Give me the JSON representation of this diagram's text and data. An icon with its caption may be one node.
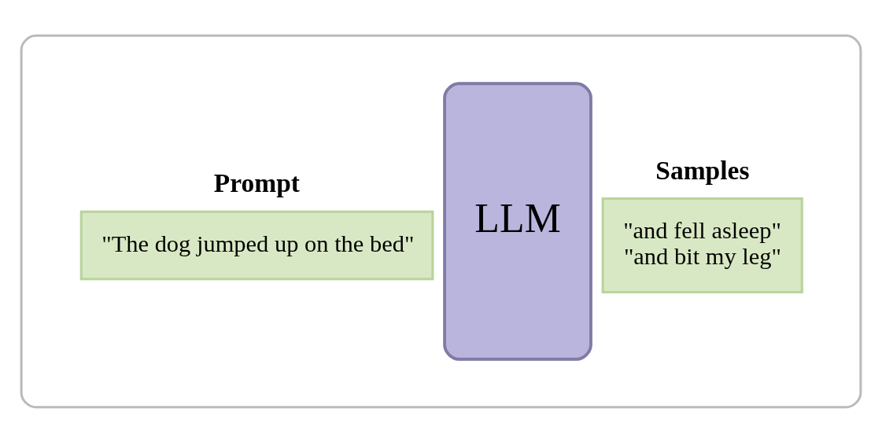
{
  "diagram": {
    "nodes": [
      {
        "text": [],
        "shape": "box"
      },
      {
        "text": [
          "Prompt",
          "\"The dog jumped up on the bed\""
        ],
        "in": 0
      },
      {
        "text": [
          "LLM"
        ],
        "in": 0
      },
      {
        "text": [
          "Samples",
          "\"and fell asleep\"",
          "\"and bit my leg\""
        ],
        "in": 0
      }
    ],
    "edges": []
  }
}
